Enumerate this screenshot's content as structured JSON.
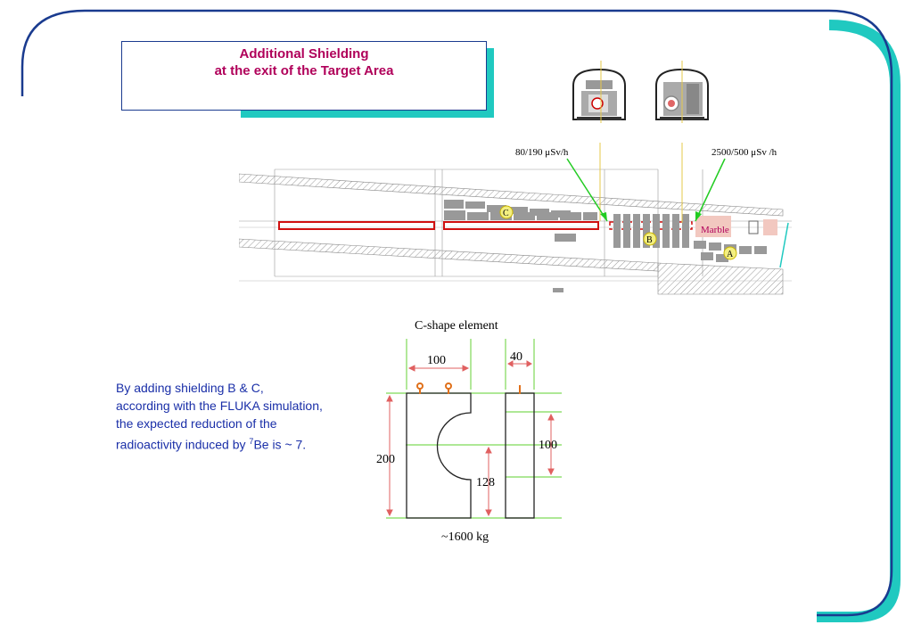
{
  "slide": {
    "title_line1": "Additional Shielding",
    "title_line2": "at the exit of the Target Area",
    "colors": {
      "frame": "#1a3b8f",
      "accent": "#20c9c0",
      "title": "#b0005a",
      "text": "#1a2fa8",
      "shield_red": "#d01010",
      "arrow_green": "#22cc22",
      "dim_green": "#7ed957",
      "dim_red": "#e06060"
    }
  },
  "body": {
    "line1": "By adding shielding B & C,",
    "line2": "according with the FLUKA simulation,",
    "line3": "the expected reduction of the",
    "line4_pre": "radioactivity induced by ",
    "line4_sup": "7",
    "line4_post": "Be is ~ 7."
  },
  "beamline": {
    "dose_left": "80/190  μSv/h",
    "dose_right": "2500/500 μSv  /h",
    "label_marble": "Marble",
    "label_a": "A",
    "label_b": "B",
    "label_c": "C"
  },
  "c_shape": {
    "title": "C-shape element",
    "dim_width": "100",
    "dim_depth": "40",
    "dim_height": "200",
    "dim_gap": "128",
    "dim_side": "100",
    "mass": "~1600 kg"
  }
}
